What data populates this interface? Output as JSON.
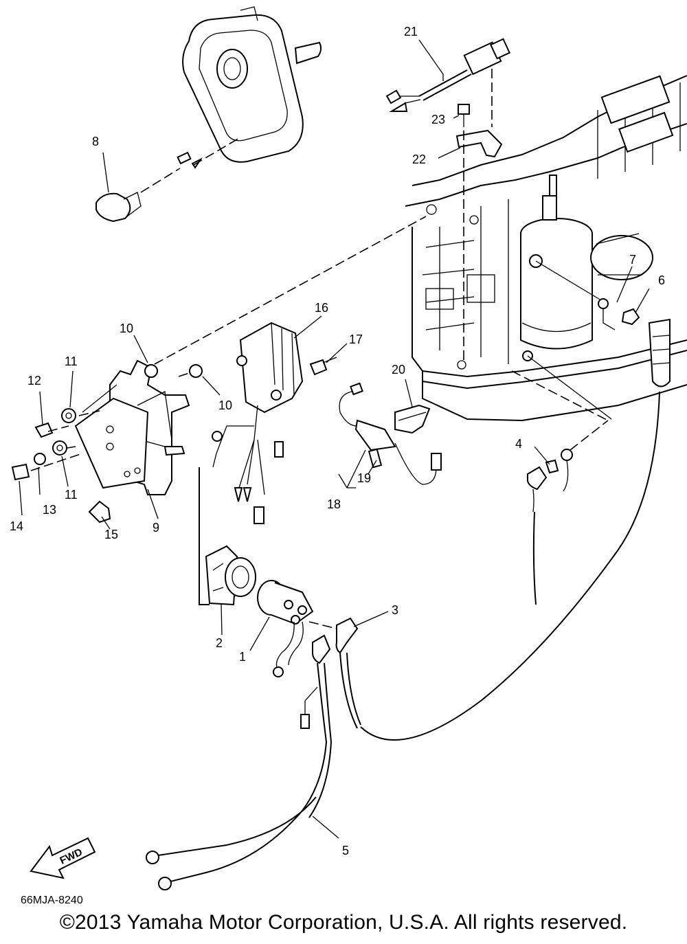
{
  "diagram": {
    "callouts": [
      {
        "id": "c1",
        "text": "1"
      },
      {
        "id": "c2",
        "text": "2"
      },
      {
        "id": "c3",
        "text": "3"
      },
      {
        "id": "c4",
        "text": "4"
      },
      {
        "id": "c5",
        "text": "5"
      },
      {
        "id": "c6",
        "text": "6"
      },
      {
        "id": "c7",
        "text": "7"
      },
      {
        "id": "c8",
        "text": "8"
      },
      {
        "id": "c9",
        "text": "9"
      },
      {
        "id": "c10a",
        "text": "10"
      },
      {
        "id": "c10b",
        "text": "10"
      },
      {
        "id": "c11a",
        "text": "11"
      },
      {
        "id": "c11b",
        "text": "11"
      },
      {
        "id": "c12",
        "text": "12"
      },
      {
        "id": "c13",
        "text": "13"
      },
      {
        "id": "c14",
        "text": "14"
      },
      {
        "id": "c15",
        "text": "15"
      },
      {
        "id": "c16",
        "text": "16"
      },
      {
        "id": "c17",
        "text": "17"
      },
      {
        "id": "c18",
        "text": "18"
      },
      {
        "id": "c19",
        "text": "19"
      },
      {
        "id": "c20",
        "text": "20"
      },
      {
        "id": "c21",
        "text": "21"
      },
      {
        "id": "c22",
        "text": "22"
      },
      {
        "id": "c23",
        "text": "23"
      }
    ],
    "fwd_label": "FWD",
    "diagram_code": "66MJA-8240"
  },
  "copyright": "©2013 Yamaha Motor Corporation, U.S.A. All rights reserved."
}
